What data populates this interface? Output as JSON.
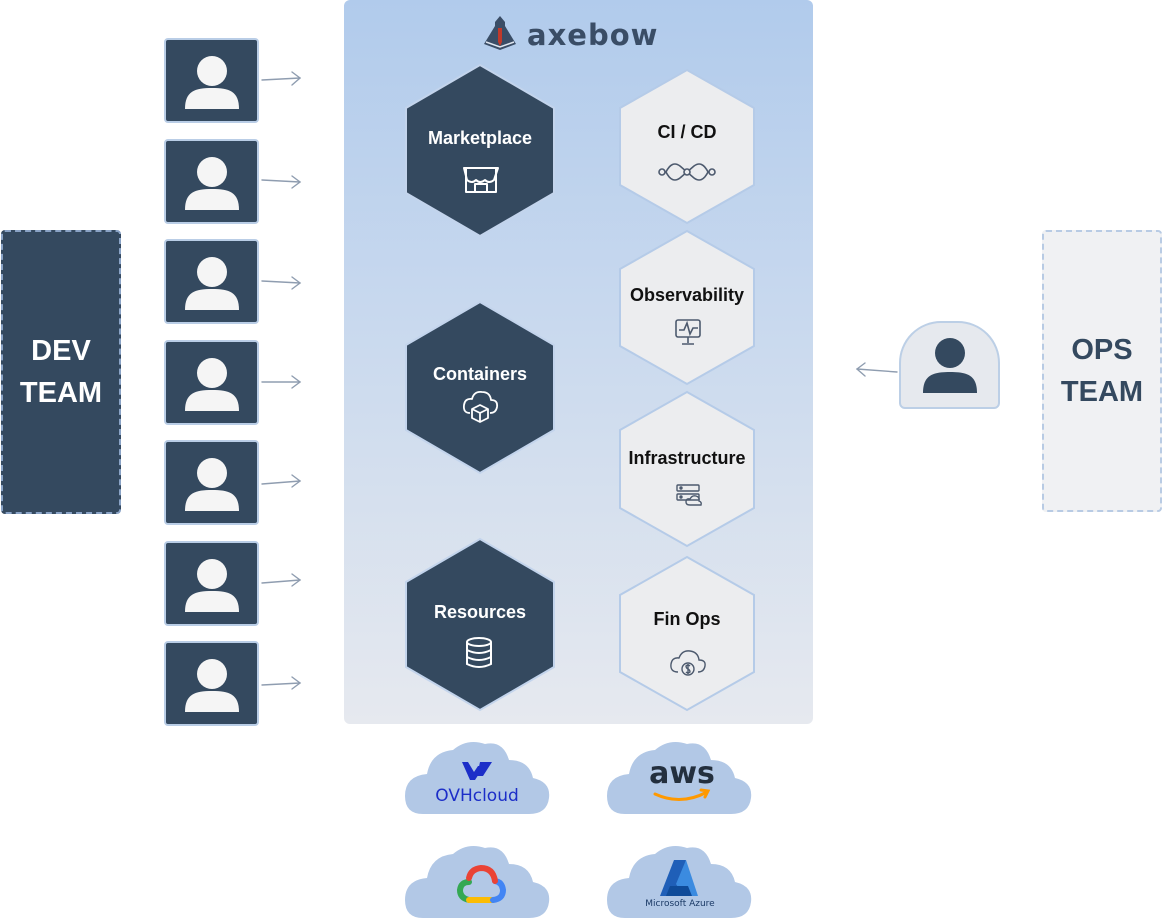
{
  "brand": {
    "name": "axebow"
  },
  "dev_team": {
    "label": "DEV\nTEAM",
    "user_count": 7
  },
  "ops_team": {
    "label": "OPS\nTEAM"
  },
  "platform_modules": [
    {
      "label": "Marketplace",
      "icon": "storefront-icon"
    },
    {
      "label": "Containers",
      "icon": "cloud-box-icon"
    },
    {
      "label": "Resources",
      "icon": "database-icon"
    }
  ],
  "ops_modules": [
    {
      "label": "CI / CD",
      "icon": "infinity-pipeline-icon"
    },
    {
      "label": "Observability",
      "icon": "monitor-pulse-icon"
    },
    {
      "label": "Infrastructure",
      "icon": "server-cloud-icon"
    },
    {
      "label": "Fin Ops",
      "icon": "cloud-dollar-icon"
    }
  ],
  "cloud_providers": [
    {
      "label": "OVHcloud",
      "icon": "ovh-logo"
    },
    {
      "label": "aws",
      "icon": "aws-logo"
    },
    {
      "label": "",
      "icon": "google-cloud-logo"
    },
    {
      "label": "Microsoft Azure",
      "icon": "azure-logo"
    }
  ],
  "colors": {
    "navy": "#34495f",
    "panel_top": "#b1cbec",
    "panel_bottom": "#e6e9ef",
    "light_hex": "#ecedef",
    "hex_border": "#b5cbe8",
    "arrow": "#8f9db0",
    "ovh_blue": "#1c2ec8",
    "aws_orange": "#ff9900",
    "azure_blue": "#2b72d6"
  }
}
